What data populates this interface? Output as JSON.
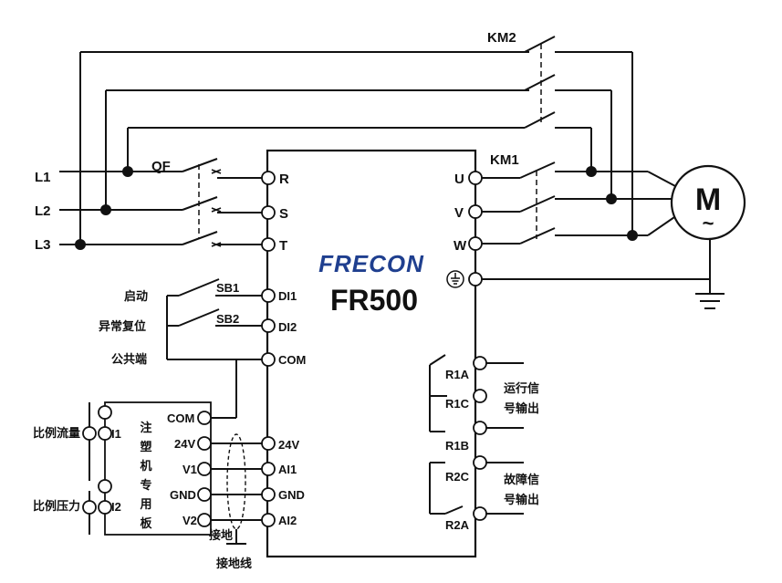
{
  "brand": {
    "logo_text": "FRECON",
    "model": "FR500",
    "logo_color": "#1f3f8f",
    "logo_accent": "#e8731e"
  },
  "mains": {
    "l1": "L1",
    "l2": "L2",
    "l3": "L3",
    "breaker": "QF"
  },
  "contactors": {
    "km1": "KM1",
    "km2": "KM2"
  },
  "motor": {
    "symbol": "M",
    "tilde": "~"
  },
  "vfd_left": {
    "r": "R",
    "s": "S",
    "t": "T",
    "di1": "DI1",
    "di2": "DI2",
    "com": "COM",
    "v24": "24V",
    "ai1": "AI1",
    "gnd": "GND",
    "ai2": "AI2"
  },
  "vfd_right": {
    "u": "U",
    "v": "V",
    "w": "W",
    "r1a": "R1A",
    "r1c": "R1C",
    "r1b": "R1B",
    "r2c": "R2C",
    "r2a": "R2A"
  },
  "switches": {
    "sb1": "SB1",
    "sb2": "SB2",
    "start": "启动",
    "reset": "异常复位",
    "common": "公共端"
  },
  "board": {
    "title_chars": [
      "注",
      "塑",
      "机",
      "专",
      "用",
      "板"
    ],
    "com": "COM",
    "v24": "24V",
    "v1": "V1",
    "gnd": "GND",
    "v2": "V2",
    "i1": "I1",
    "i2": "I2",
    "flow": "比例流量",
    "pressure": "比例压力"
  },
  "outputs": {
    "run_1": "运行信",
    "run_2": "号输出",
    "fault_1": "故障信",
    "fault_2": "号输出"
  },
  "ground": {
    "ground": "接地",
    "ground_wire": "接地线"
  }
}
